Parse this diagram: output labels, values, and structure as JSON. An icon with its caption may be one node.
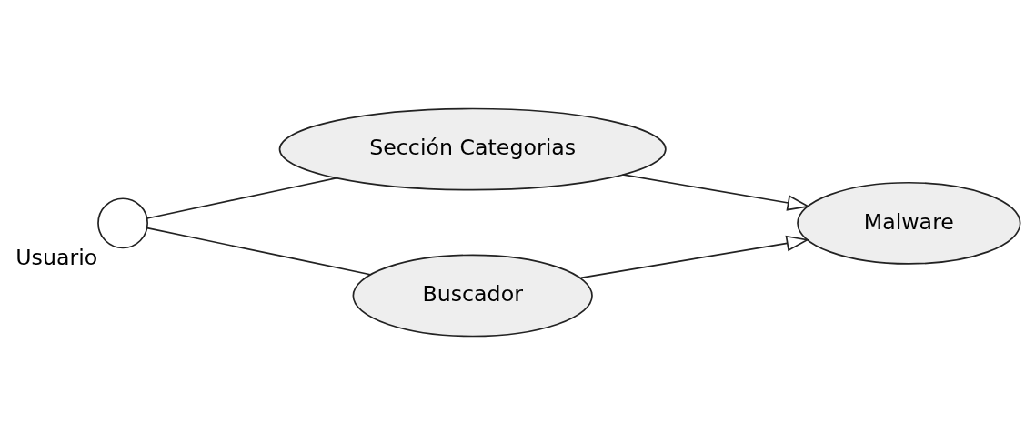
{
  "diagram": {
    "nodes": [
      {
        "text": [],
        "shape": "person",
        "beside": [
          "Usuario"
        ]
      },
      {
        "text": [
          "Sección Categorias"
        ]
      },
      {
        "text": [
          "Buscador"
        ]
      },
      {
        "text": [
          "Malware"
        ]
      }
    ],
    "edges": [
      {
        "from": 0,
        "to": 1,
        "arrow": "none"
      },
      {
        "from": 0,
        "to": 2,
        "arrow": "none"
      },
      {
        "from": 1,
        "to": 3,
        "arrow": "to"
      },
      {
        "from": 2,
        "to": 3,
        "arrow": "to"
      }
    ]
  }
}
